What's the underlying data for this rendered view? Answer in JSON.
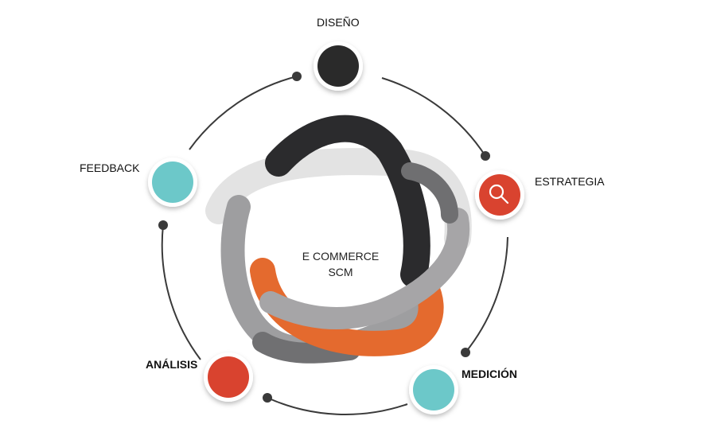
{
  "center": {
    "line1": "E COMMERCE",
    "line2": "SCM"
  },
  "stages": {
    "diseno": {
      "label": "DISEÑO",
      "color": "#2a2a2a"
    },
    "estrategia": {
      "label": "ESTRATEGIA",
      "color": "#d9432f",
      "icon": "magnifier-icon"
    },
    "medicion": {
      "label": "MEDICIÓN",
      "color": "#6cc8c9"
    },
    "analisis": {
      "label": "ANÁLISIS",
      "color": "#d9432f"
    },
    "feedback": {
      "label": "FEEDBACK",
      "color": "#6cc8c9"
    }
  },
  "ribbon_colors": [
    "#2b2b2d",
    "#9f9ea0",
    "#e46a2e",
    "#c8c8c9",
    "#e6e6e6"
  ]
}
